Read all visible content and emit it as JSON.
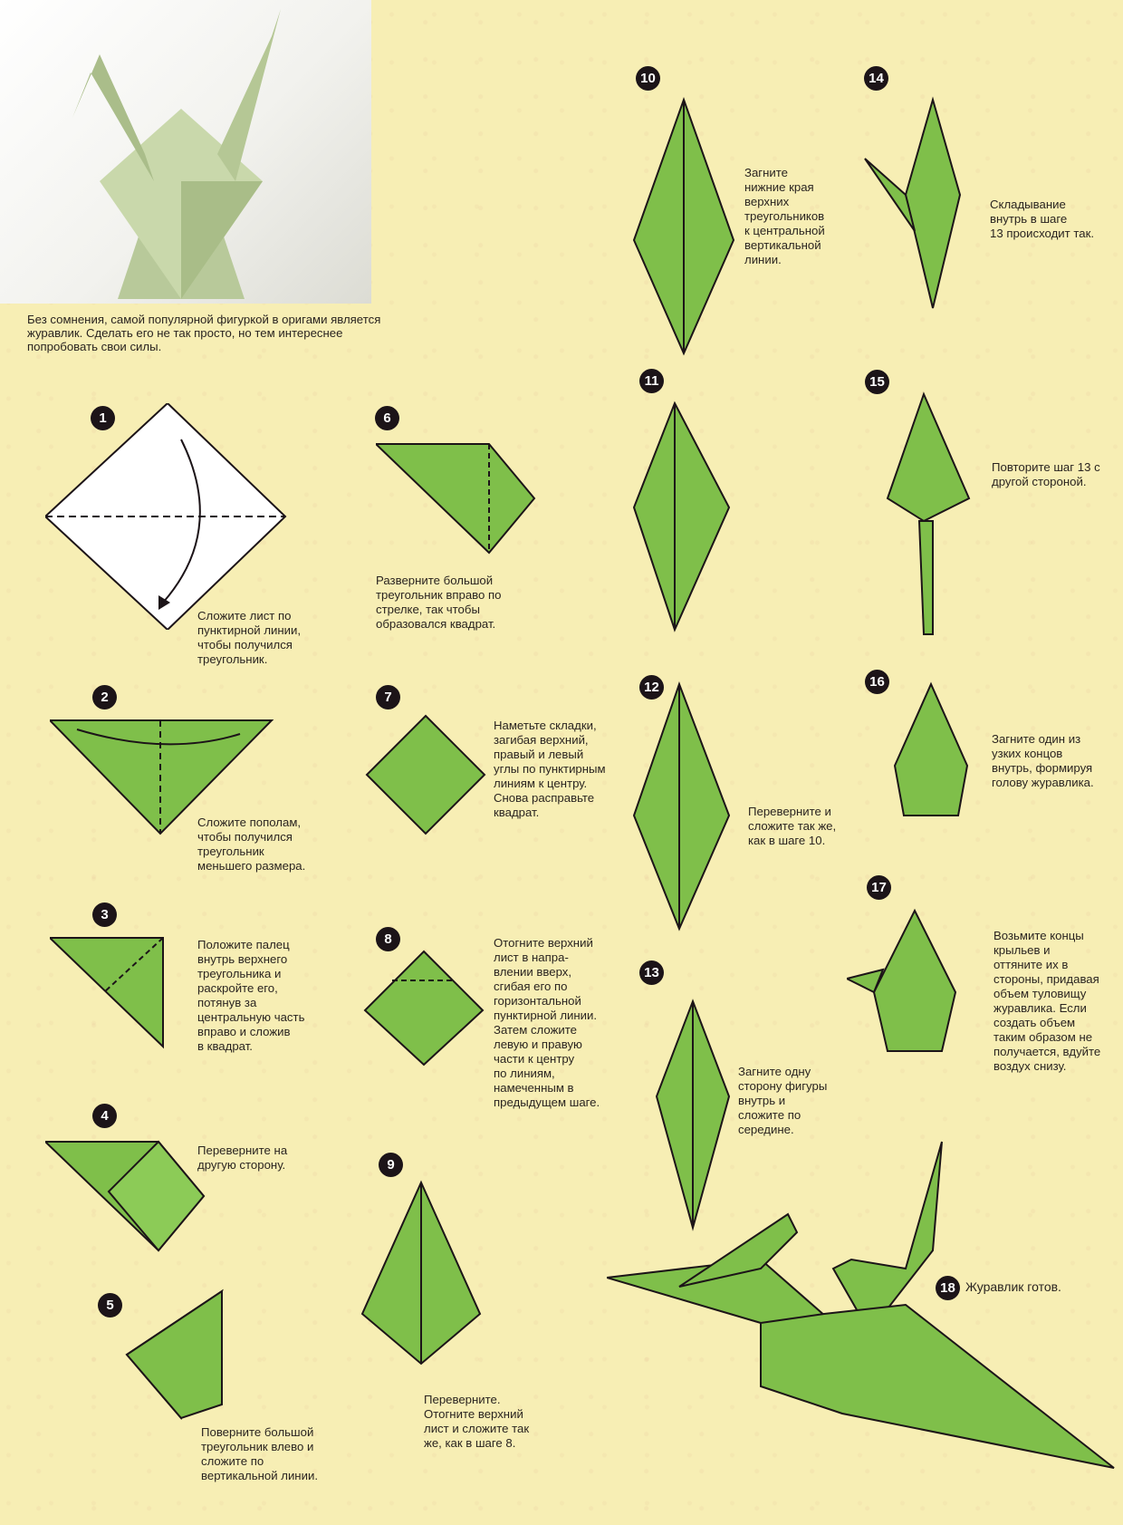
{
  "intro": {
    "text": "Без сомнения, самой популярной фигуркой в оригами является журавлик. Сделать его не так просто, но тем интереснее попробовать свои силы."
  },
  "colors": {
    "paper_green": "#7fbf4a",
    "paper_green_dark": "#5e9c33",
    "background": "#f7eeb4",
    "badge": "#1c1418"
  },
  "steps": [
    {
      "num": "1",
      "caption": "Сложите лист по\nпунктирной линии,\nчтобы получился\nтреугольник."
    },
    {
      "num": "2",
      "caption": "Сложите пополам,\nчтобы получился\nтреугольник\nменьшего размера."
    },
    {
      "num": "3",
      "caption": "Положите палец\nвнутрь верхнего\nтреугольника и\nраскройте его,\nпотянув за\nцентральную часть\nвправо и сложив\nв квадрат."
    },
    {
      "num": "4",
      "caption": "Переверните на\nдругую сторону."
    },
    {
      "num": "5",
      "caption": "Поверните большой\nтреугольник влево и\nсложите по\nвертикальной линии."
    },
    {
      "num": "6",
      "caption": "Разверните большой\nтреугольник вправо по\nстрелке, так чтобы\nобразовался квадрат."
    },
    {
      "num": "7",
      "caption": "Наметьте складки,\nзагибая верхний,\nправый и левый\nуглы по пунктирным\nлиниям к центру.\nСнова расправьте\nквадрат."
    },
    {
      "num": "8",
      "caption": "Отогните верхний\nлист в напра-\nвлении вверх,\nсгибая его по\nгоризонтальной\nпунктирной линии.\nЗатем сложите\nлевую и правую\nчасти к центру\nпо линиям,\nнамеченным в\nпредыдущем шаге."
    },
    {
      "num": "9",
      "caption": "Переверните.\nОтогните верхний\nлист и сложите так\nже, как в шаге 8."
    },
    {
      "num": "10",
      "caption": "Загните\nнижние края\nверхних\nтреугольников\nк центральной\nвертикальной\nлинии."
    },
    {
      "num": "11",
      "caption": ""
    },
    {
      "num": "12",
      "caption": "Переверните и\nсложите так же,\nкак в шаге 10."
    },
    {
      "num": "13",
      "caption": "Загните одну\nсторону фигуры\nвнутрь и\nсложите по\nсередине."
    },
    {
      "num": "14",
      "caption": "Складывание\nвнутрь в шаге\n13 происходит так."
    },
    {
      "num": "15",
      "caption": "Повторите шаг 13 с\nдругой стороной."
    },
    {
      "num": "16",
      "caption": "Загните один из\nузких концов\nвнутрь, формируя\nголову журавлика."
    },
    {
      "num": "17",
      "caption": "Возьмите концы\nкрыльев и\nоттяните их в\nстороны, придавая\nобъем туловищу\nжуравлика. Если\nсоздать объем\nтаким образом не\nполучается, вдуйте\nвоздух снизу."
    },
    {
      "num": "18",
      "caption": "Журавлик готов."
    }
  ]
}
